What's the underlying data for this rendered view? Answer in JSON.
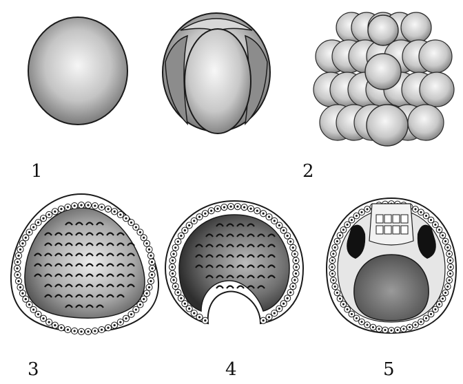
{
  "figure": {
    "stages": [
      {
        "label": "1",
        "icon": "zygote-sphere-icon"
      },
      {
        "label": "",
        "icon": "two-cell-cleavage-icon"
      },
      {
        "label": "2",
        "icon": "morula-cluster-icon"
      },
      {
        "label": "3",
        "icon": "blastula-section-icon"
      },
      {
        "label": "4",
        "icon": "gastrula-invagination-icon"
      },
      {
        "label": "5",
        "icon": "gastrula-layers-icon"
      }
    ]
  },
  "colors": {
    "shading_light": "#f4f4f4",
    "shading_dark": "#6e6e6e",
    "outline": "#1a1a1a",
    "cell_fill": "#ffffff",
    "background": "#ffffff"
  }
}
